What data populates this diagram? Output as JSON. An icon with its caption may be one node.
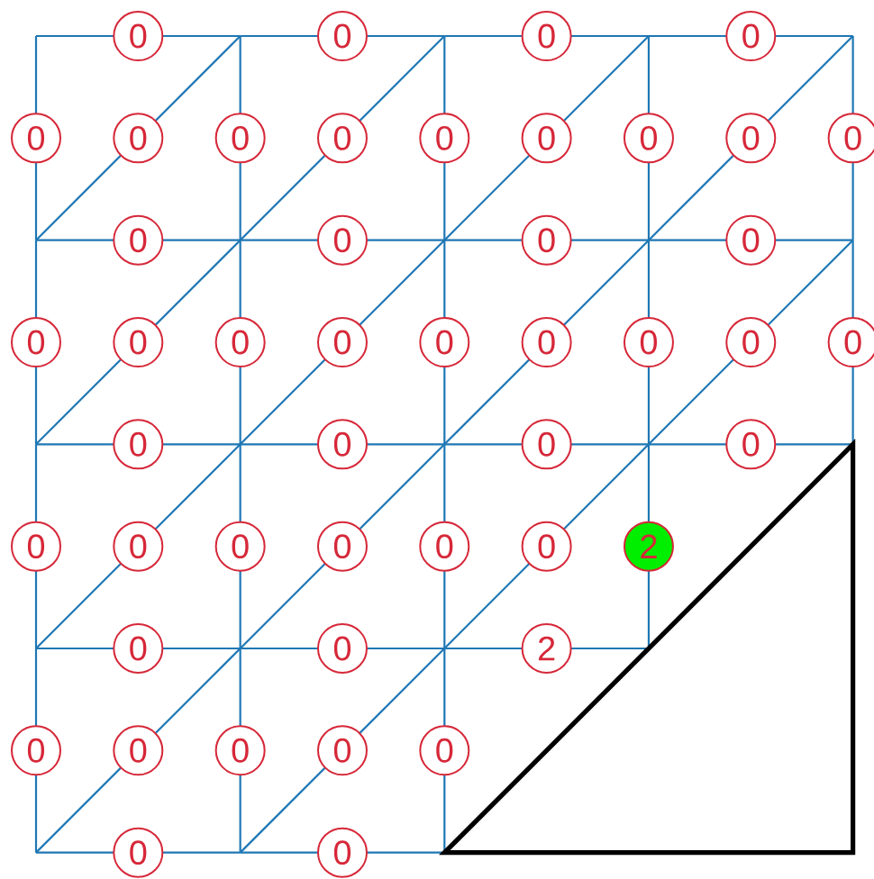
{
  "diagram": {
    "nodes": [
      {
        "text": [
          "0"
        ]
      },
      {
        "text": [
          "0"
        ]
      },
      {
        "text": [
          "0"
        ]
      },
      {
        "text": [
          "0"
        ]
      },
      {
        "text": [
          "0"
        ]
      },
      {
        "text": [
          "0"
        ]
      },
      {
        "text": [
          "0"
        ]
      },
      {
        "text": [
          "0"
        ]
      },
      {
        "text": [
          "0"
        ]
      },
      {
        "text": [
          "0"
        ]
      },
      {
        "text": [
          "0"
        ]
      },
      {
        "text": [
          "0"
        ]
      },
      {
        "text": [
          "0"
        ]
      },
      {
        "text": [
          "0"
        ]
      },
      {
        "text": [
          "0"
        ]
      },
      {
        "text": [
          "0"
        ]
      },
      {
        "text": [
          "0"
        ]
      },
      {
        "text": [
          "0"
        ]
      },
      {
        "text": [
          "0"
        ]
      },
      {
        "text": [
          "0"
        ]
      },
      {
        "text": [
          "0"
        ]
      },
      {
        "text": [
          "0"
        ]
      },
      {
        "text": [
          "0"
        ]
      },
      {
        "text": [
          "0"
        ]
      },
      {
        "text": [
          "0"
        ]
      },
      {
        "text": [
          "0"
        ]
      },
      {
        "text": [
          "0"
        ]
      },
      {
        "text": [
          "0"
        ]
      },
      {
        "text": [
          "0"
        ]
      },
      {
        "text": [
          "0"
        ]
      },
      {
        "text": [
          "0"
        ]
      },
      {
        "text": [
          "0"
        ]
      },
      {
        "text": [
          "0"
        ]
      },
      {
        "text": [
          "0"
        ]
      },
      {
        "text": [
          "0"
        ]
      },
      {
        "text": [
          "0"
        ]
      },
      {
        "text": [
          "2"
        ]
      },
      {
        "text": [
          "0"
        ]
      },
      {
        "text": [
          "0"
        ]
      },
      {
        "text": [
          "2"
        ]
      },
      {
        "text": [
          "0"
        ]
      },
      {
        "text": [
          "0"
        ]
      },
      {
        "text": [
          "0"
        ]
      },
      {
        "text": [
          "0"
        ]
      },
      {
        "text": [
          "0"
        ]
      },
      {
        "text": [
          "0"
        ]
      },
      {
        "text": [
          "0"
        ]
      }
    ]
  }
}
